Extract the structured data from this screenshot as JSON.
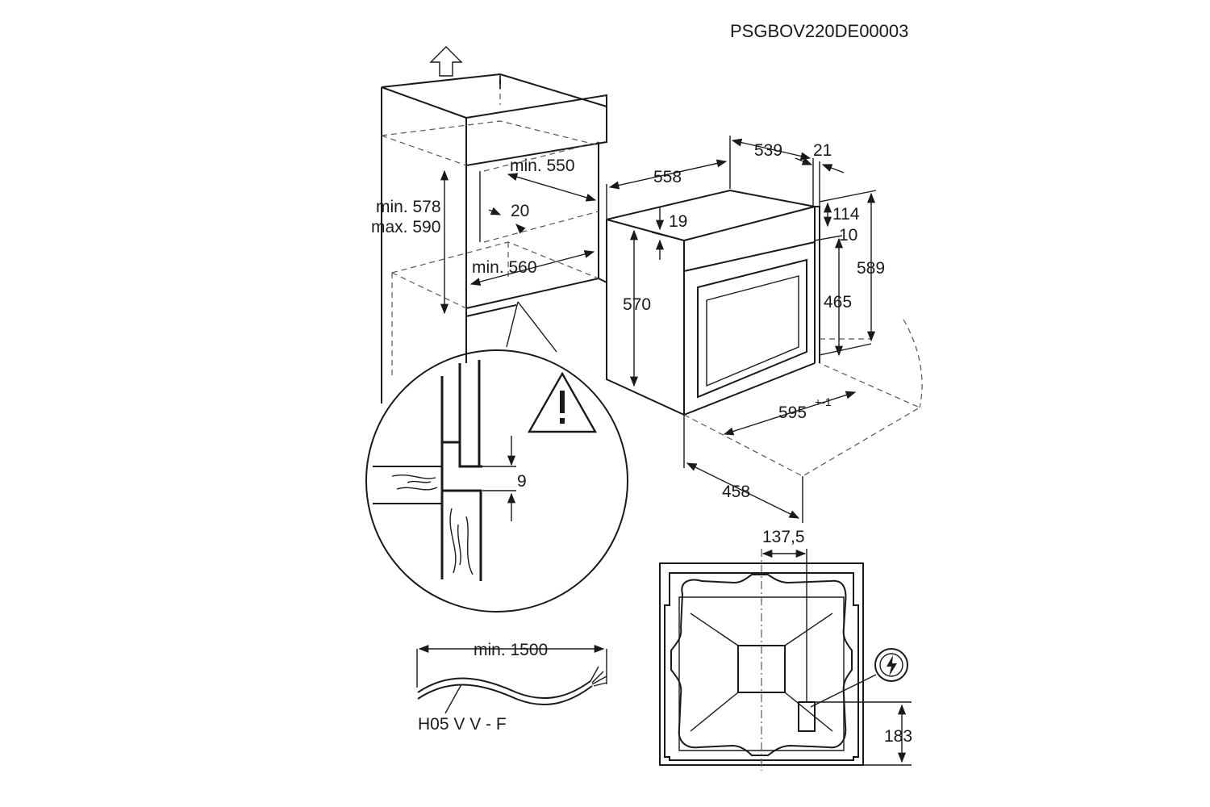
{
  "code": "PSGBOV220DE00003",
  "cabinet": {
    "width_min": "min. 550",
    "height_min": "min. 578",
    "height_max": "max. 590",
    "gap": "20",
    "depth_min": "min. 560"
  },
  "oven": {
    "depth_total": "558",
    "depth_body": "539",
    "front_thickness": "21",
    "top_offset": "19",
    "panel_height": "114",
    "panel_gap": "10",
    "body_height": "570",
    "door_height": "465",
    "total_height": "589",
    "width": "595",
    "width_tolerance": "+-1",
    "body_width": "458"
  },
  "detail": {
    "gap": "9"
  },
  "cable": {
    "length_min": "min. 1500",
    "type": "H05 V V - F"
  },
  "back": {
    "offset_x": "137,5",
    "offset_y": "183"
  },
  "icons": [
    "up-arrow-icon",
    "warning-icon",
    "electric-socket-icon"
  ]
}
